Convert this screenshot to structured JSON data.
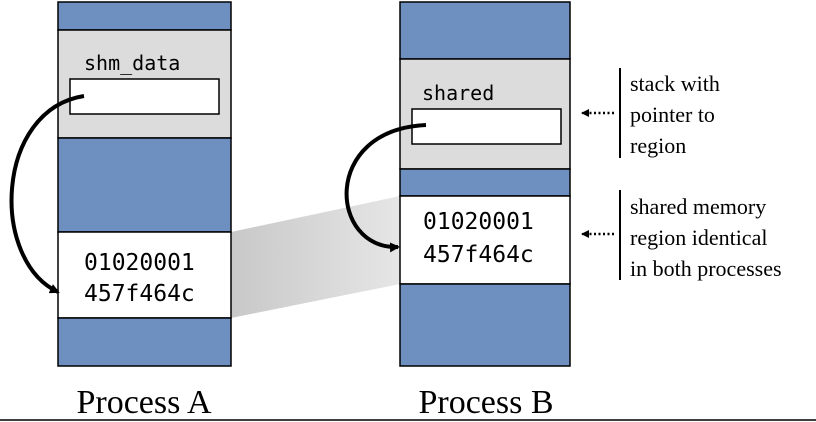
{
  "process_a": {
    "title": "Process A",
    "var_name": "shm_data",
    "mem_line1": "01020001",
    "mem_line2": "457f464c"
  },
  "process_b": {
    "title": "Process B",
    "var_name": "shared",
    "mem_line1": "01020001",
    "mem_line2": "457f464c"
  },
  "annotations": {
    "stack_line1": "stack with",
    "stack_line2": "pointer to",
    "stack_line3": "region",
    "shared_line1": "shared memory",
    "shared_line2": "region identical",
    "shared_line3": "in both processes"
  },
  "colors": {
    "memory_blue": "#6d90c0",
    "stack_gray": "#dcdcdc",
    "region_white": "#ffffff",
    "connector_gray": "#d0d0d0"
  }
}
